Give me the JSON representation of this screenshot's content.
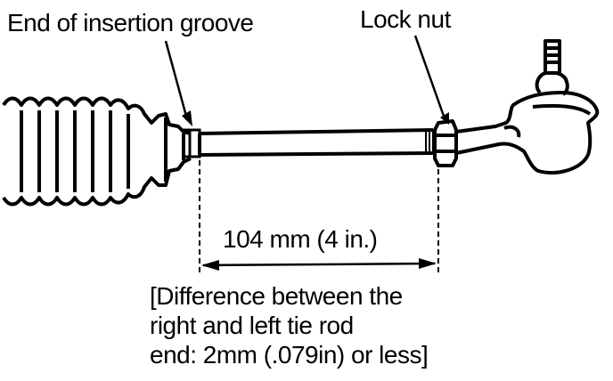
{
  "labels": {
    "insertion_groove": "End of insertion groove",
    "lock_nut": "Lock nut",
    "dimension": "104 mm (4 in.)"
  },
  "note": {
    "line1": "[Difference  between  the",
    "line2": "right and left tie rod",
    "line3": "end: 2mm (.079in) or less]"
  },
  "colors": {
    "ink": "#000000",
    "paper": "#ffffff"
  }
}
